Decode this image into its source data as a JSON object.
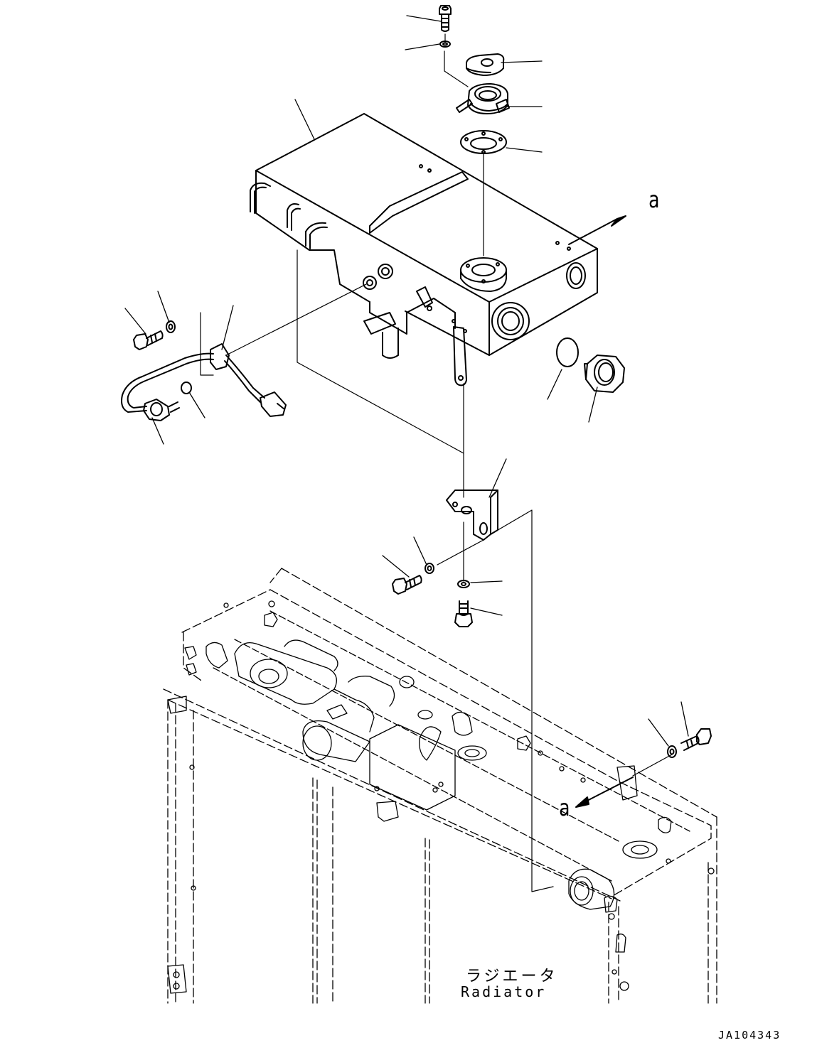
{
  "diagram": {
    "callouts": {
      "view_a_top": "a",
      "view_a_bottom": "a"
    },
    "radiator_label_jp": "ラジエータ",
    "radiator_label_en": "Radiator",
    "drawing_number": "JA104343"
  },
  "parts": [
    "cap-screw",
    "washer",
    "cap-cover",
    "filler-neck",
    "gasket",
    "reservoir-tank",
    "sensor-harness",
    "sensor",
    "o-ring",
    "plug-o-ring",
    "plug",
    "bracket",
    "bolt",
    "washer",
    "bolt",
    "washer",
    "bolt",
    "washer",
    "radiator"
  ]
}
